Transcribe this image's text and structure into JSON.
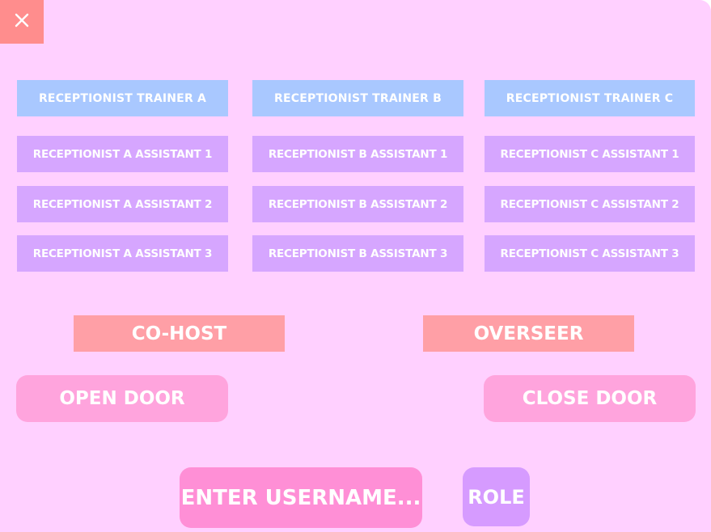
{
  "close_button": {
    "icon": "close-icon",
    "glyph": "✕"
  },
  "trainers": [
    {
      "label": "RECEPTIONIST TRAINER A"
    },
    {
      "label": "RECEPTIONIST TRAINER B"
    },
    {
      "label": "RECEPTIONIST TRAINER C"
    }
  ],
  "assistants": {
    "a": [
      "RECEPTIONIST A ASSISTANT 1",
      "RECEPTIONIST A ASSISTANT 2",
      "RECEPTIONIST A ASSISTANT 3"
    ],
    "b": [
      "RECEPTIONIST B ASSISTANT 1",
      "RECEPTIONIST B ASSISTANT 2",
      "RECEPTIONIST B ASSISTANT 3"
    ],
    "c": [
      "RECEPTIONIST C ASSISTANT 1",
      "RECEPTIONIST C ASSISTANT 2",
      "RECEPTIONIST C ASSISTANT 3"
    ]
  },
  "roles": {
    "cohost": "CO-HOST",
    "overseer": "OVERSEER"
  },
  "doors": {
    "open": "OPEN DOOR",
    "close": "CLOSE DOOR"
  },
  "username_input": {
    "placeholder": "ENTER USERNAME..."
  },
  "role_button": {
    "label": "ROLE"
  },
  "colors": {
    "panel": "#ffd0ff",
    "close": "#ff8d8d",
    "trainer": "#a9c8ff",
    "assistant": "#d6a6ff",
    "role_big": "#ff9fa6",
    "door": "#ffa4dd",
    "username": "#ff8fd6",
    "role_button": "#d69bff"
  }
}
